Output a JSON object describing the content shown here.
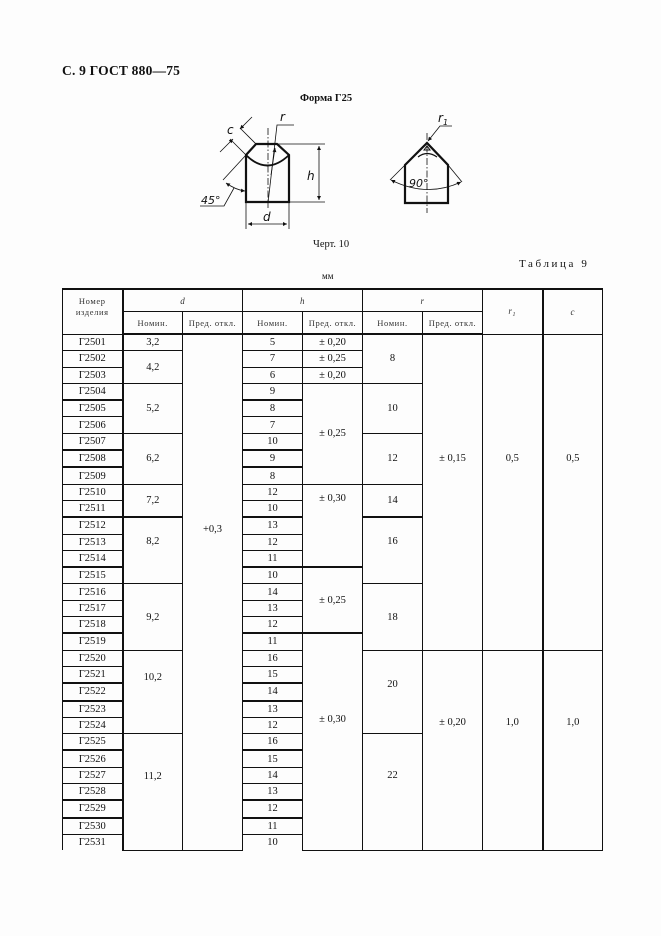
{
  "page": {
    "header": "С. 9 ГОСТ 880—75",
    "form_title": "Форма Г25",
    "figure_caption": "Черт. 10",
    "table_title": "Таблица 9",
    "unit": "мм"
  },
  "drawing": {
    "left_view": {
      "labels": {
        "c": "c",
        "r": "r",
        "h": "h",
        "d": "d",
        "angle": "45°"
      }
    },
    "right_view": {
      "labels": {
        "r1": "r",
        "r1_sub": "1",
        "angle": "90°"
      }
    }
  },
  "table": {
    "headers": {
      "number": "Номер изделия",
      "d": "d",
      "h": "h",
      "r": "r",
      "r1": "r",
      "r1_sub": "1",
      "c": "c",
      "d_nom": "Номин.",
      "d_tol": "Пред. откл.",
      "h_nom": "Номин.",
      "h_tol": "Пред. откл.",
      "r_nom": "Номин.",
      "r_tol": "Пред. откл."
    },
    "rows": [
      {
        "number": "Г2501",
        "d": "3,2",
        "d_tol": "+0,3",
        "h": "5",
        "h_tol": "± 0,20",
        "r": "8",
        "r_tol": "± 0,15",
        "r1": "0,5",
        "c": "0,5"
      },
      {
        "number": "Г2502",
        "d": "4,2",
        "h": "7",
        "h_tol": "± 0,25"
      },
      {
        "number": "Г2503",
        "h": "6",
        "h_tol": "± 0,20"
      },
      {
        "number": "Г2504",
        "d": "5,2",
        "h": "9",
        "h_tol": "± 0,25",
        "r": "10"
      },
      {
        "number": "Г2505",
        "h": "8"
      },
      {
        "number": "Г2506",
        "h": "7"
      },
      {
        "number": "Г2507",
        "d": "6,2",
        "h": "10",
        "r": "12"
      },
      {
        "number": "Г2508",
        "h": "9"
      },
      {
        "number": "Г2509",
        "h": "8"
      },
      {
        "number": "Г2510",
        "d": "7,2",
        "h": "12",
        "h_tol": "± 0,30",
        "r": "14"
      },
      {
        "number": "Г2511",
        "h": "10"
      },
      {
        "number": "Г2512",
        "d": "8,2",
        "h": "13",
        "r": "16"
      },
      {
        "number": "Г2513",
        "h": "12"
      },
      {
        "number": "Г2514",
        "h": "11"
      },
      {
        "number": "Г2515",
        "h": "10",
        "h_tol": "± 0,25"
      },
      {
        "number": "Г2516",
        "d": "9,2",
        "h": "14",
        "r": "18"
      },
      {
        "number": "Г2517",
        "h": "13"
      },
      {
        "number": "Г2518",
        "h": "12"
      },
      {
        "number": "Г2519",
        "h": "11",
        "h_tol": "± 0,30"
      },
      {
        "number": "Г2520",
        "d": "10,2",
        "h": "16",
        "r": "20",
        "r_tol": "± 0,20",
        "r1": "1,0",
        "c": "1,0"
      },
      {
        "number": "Г2521",
        "h": "15"
      },
      {
        "number": "Г2522",
        "h": "14"
      },
      {
        "number": "Г2523",
        "h": "13"
      },
      {
        "number": "Г2524",
        "h": "12"
      },
      {
        "number": "Г2525",
        "d": "11,2",
        "h": "16",
        "r": "22"
      },
      {
        "number": "Г2526",
        "h": "15"
      },
      {
        "number": "Г2527",
        "h": "14"
      },
      {
        "number": "Г2528",
        "h": "13"
      },
      {
        "number": "Г2529",
        "h": "12"
      },
      {
        "number": "Г2530",
        "h": "11"
      },
      {
        "number": "Г2531",
        "h": "10"
      }
    ]
  }
}
